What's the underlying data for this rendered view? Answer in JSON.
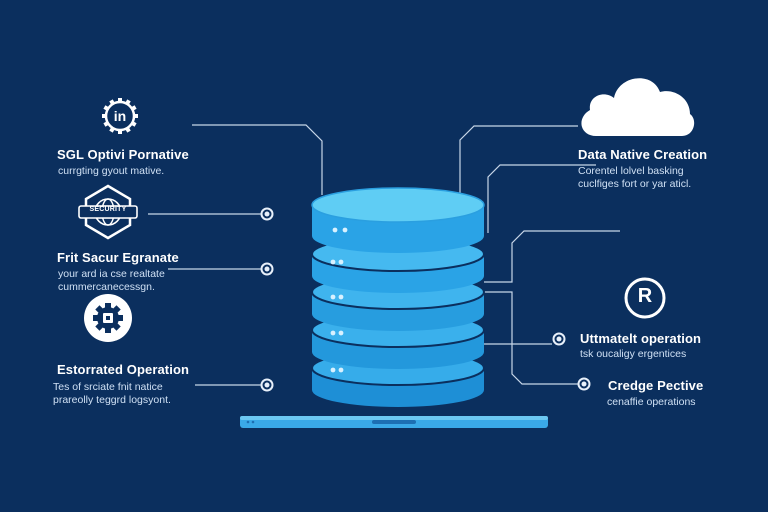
{
  "left": [
    {
      "icon": "linkedin-gear-icon",
      "title": "SGL Optivi Pornative",
      "lines": [
        "currgting gyout mative."
      ]
    },
    {
      "icon": "security-globe-badge-icon",
      "badge": "SECURITY",
      "title": "Frit Sacur Egranate",
      "lines": [
        "your ard ia cse realtate",
        "cummercanecessgn."
      ]
    },
    {
      "icon": "gear-puzzle-icon",
      "title": "Estorrated Operation",
      "lines": [
        "Tes of srciate fnit natice",
        "prareolly teggrd logsyont."
      ]
    }
  ],
  "right": [
    {
      "icon": "cloud-icon",
      "title": "Data Native Creation",
      "lines": [
        "Corentel lolvel basking",
        "cuclfiges fort or yar aticl."
      ]
    },
    {
      "icon": "registered-icon",
      "icon_text": "R",
      "title": "Uttmatelt operation",
      "lines": [
        "tsk oucaligy ergentices"
      ]
    },
    {
      "icon": "none",
      "title": "Credge Pective",
      "lines": [
        "cenaffie operations"
      ]
    }
  ],
  "colors": {
    "background": "#0b2f5e",
    "line": "#c7d6e8",
    "disk_top": "#5fcdf4",
    "disk_side": "#2aa3e6",
    "base_bar": "#3aa9e8"
  }
}
